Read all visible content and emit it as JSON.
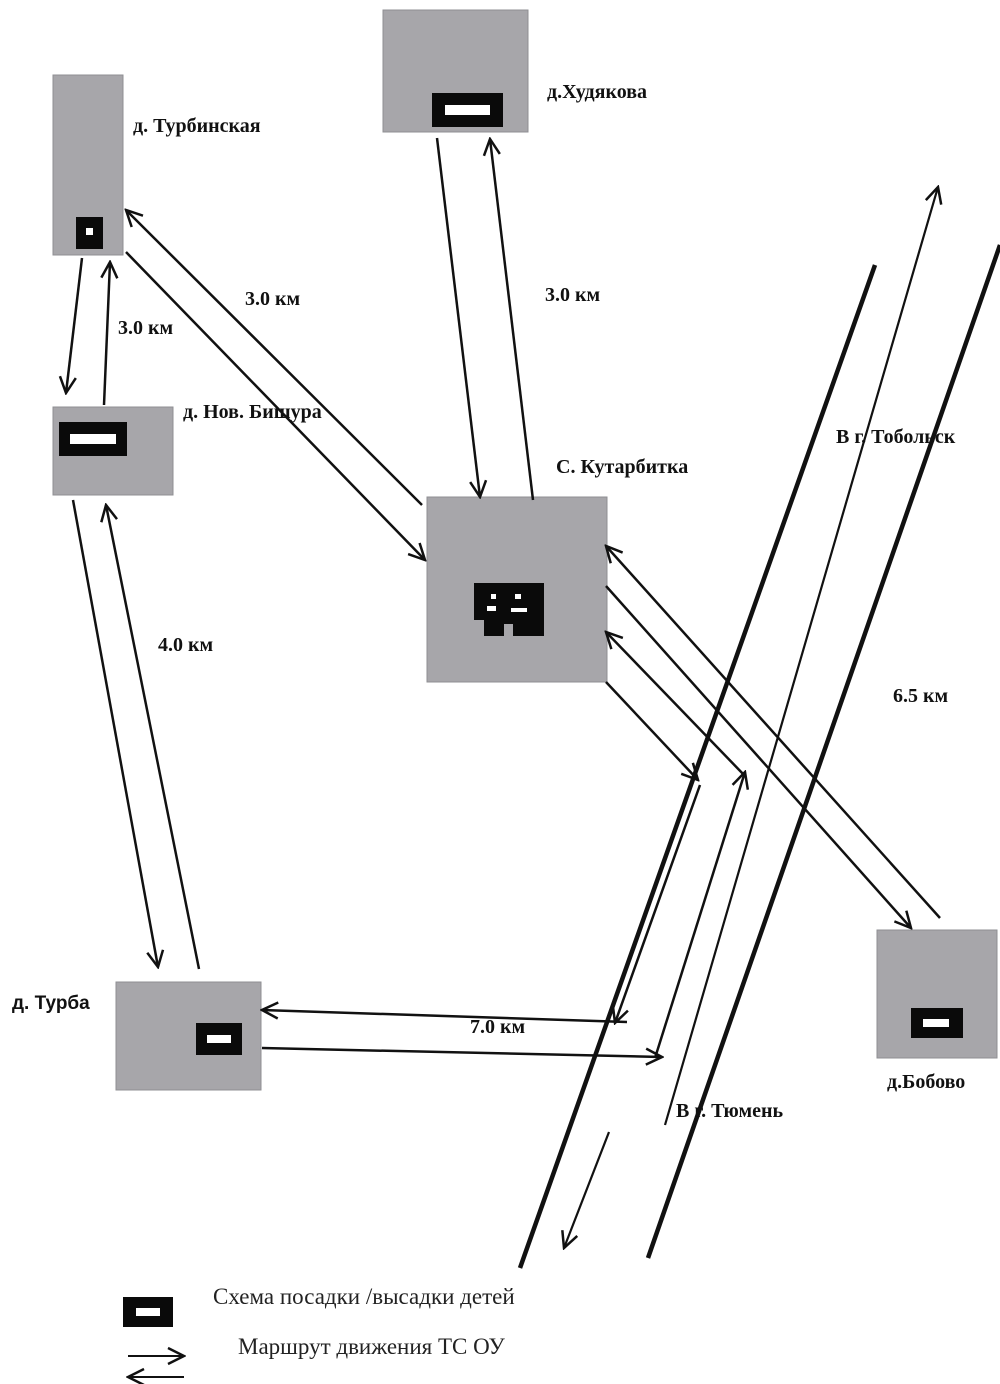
{
  "colors": {
    "village_fill": "#a7a6aa",
    "village_edge": "#8f8f93",
    "marker": "#0a0a0a",
    "marker_inner": "#ffffff",
    "road": "#111111",
    "route": "#111111"
  },
  "villages": {
    "turbinskaya": "д. Турбинская",
    "khudyakova": "д.Худякова",
    "nov_bishura": "д. Нов. Бишура",
    "kutarbitka": "С. Кутарбитка",
    "turba": "д.  Турба",
    "bobovo": "д.Бобово"
  },
  "distances": {
    "turbinskaya_kutarbitka": "3.0 км",
    "turbinskaya_bishura": "3.0 км",
    "khudyakova_kutarbitka": "3.0 км",
    "bishura_turba": "4.0 км",
    "turba_highway": "7.0 км",
    "kutarbitka_bobovo": "6.5 км"
  },
  "directions": {
    "tobolsk": "В г. Тобольск",
    "tyumen": "В г. Тюмень"
  },
  "legend": {
    "boarding": "Схема посадки /высадки детей",
    "route": "Маршрут движения ТС ОУ"
  }
}
